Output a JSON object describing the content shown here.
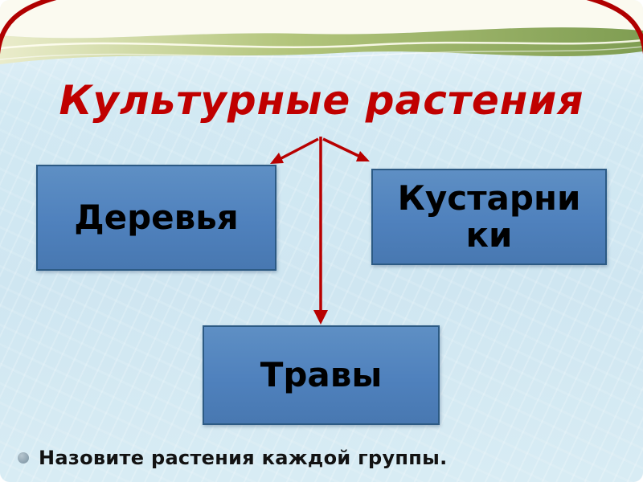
{
  "title": "Культурные растения",
  "boxes": [
    {
      "label": "Деревья"
    },
    {
      "label": "Кустарники"
    },
    {
      "label": "Травы"
    }
  ],
  "footer": {
    "bullet_text": "Назовите растения каждой группы."
  },
  "colors": {
    "accent_red": "#c00000",
    "box_fill": "#4f81bd",
    "box_border": "#2c5a84",
    "background_blue": "#cfe6f1",
    "band_green": "#8aa757",
    "bullet_dot": "#8aa0ae"
  }
}
